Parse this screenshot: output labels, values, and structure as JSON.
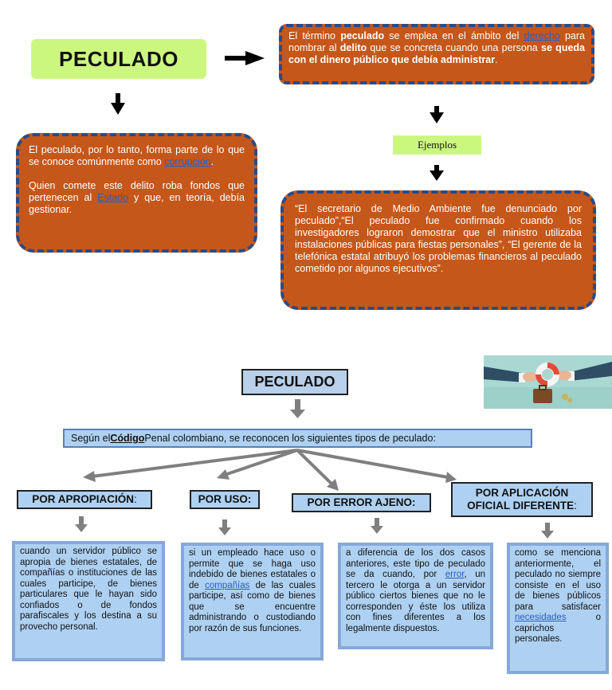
{
  "top": {
    "title": "PECULADO",
    "definition": {
      "t1": "El término ",
      "b1": "peculado",
      "t2": " se emplea en el ámbito del ",
      "link1": "derecho",
      "t3": " para nombrar al ",
      "b2": "delito",
      "t4": " que se concreta cuando una persona ",
      "b3": "se queda con el dinero público que debía administrar",
      "t5": "."
    },
    "left_box": {
      "p1_text": "El peculado, por lo tanto, forma parte de lo que se conoce comúnmente como ",
      "p1_link": "corrupción",
      "p1_end": ".",
      "p2_text": "Quien comete este delito roba fondos que pertenecen al ",
      "p2_link": "Estado",
      "p2_end": " y que, en teoría, debía gestionar."
    },
    "examples_label": "Ejemplos",
    "examples_text": "“El secretario de Medio Ambiente fue denunciado por peculado”,“El peculado fue confirmado cuando los investigadores lograron demostrar que el ministro utilizaba instalaciones públicas para fiestas personales”, “El gerente de la telefónica estatal atribuyó los problemas financieros al peculado cometido por algunos ejecutivos”."
  },
  "bottom": {
    "title": "PECULADO",
    "code_line": {
      "pre": "Según el ",
      "link": "Código",
      "post": " Penal colombiano, se reconocen los siguientes tipos de peculado:"
    },
    "categories": [
      {
        "label": "POR APROPIACIÓN",
        "suffix": ":",
        "text": "cuando un servidor público se apropia de bienes estatales, de compañías o instituciones de las cuales participe, de bienes particulares que le hayan sido confiados o de fondos parafiscales y los destina a su provecho personal."
      },
      {
        "label": "POR USO:",
        "text_pre": "si un empleado hace uso o permite que se haga uso indebido de bienes estatales o de ",
        "link": "compañías",
        "text_post": " de las cuales participe, así como de bienes que se encuentre administrando o custodiando por razón de sus funciones."
      },
      {
        "label": "POR ERROR AJENO:",
        "text_pre": "a diferencia de los dos casos anteriores, este tipo de peculado se da cuando, por ",
        "link": "error",
        "text_post": ", un tercero le otorga a un servidor público ciertos bienes que no le corresponden y éste los utiliza con fines diferentes a los legalmente dispuestos."
      },
      {
        "label": "POR APLICACIÓN OFICIAL DIFERENTE",
        "suffix": ":",
        "text_pre": "como se menciona anteriormente, el peculado no siempre consiste en el uso de bienes públicos para satisfacer ",
        "link": "necesidades",
        "text_post": " o caprichos personales."
      }
    ]
  },
  "colors": {
    "orange_box": "#c5571a",
    "dashed_border": "#2b4a86",
    "lime": "#ccf77f",
    "light_blue": "#aed1f2",
    "arrow_gray": "#7f7f7f"
  }
}
